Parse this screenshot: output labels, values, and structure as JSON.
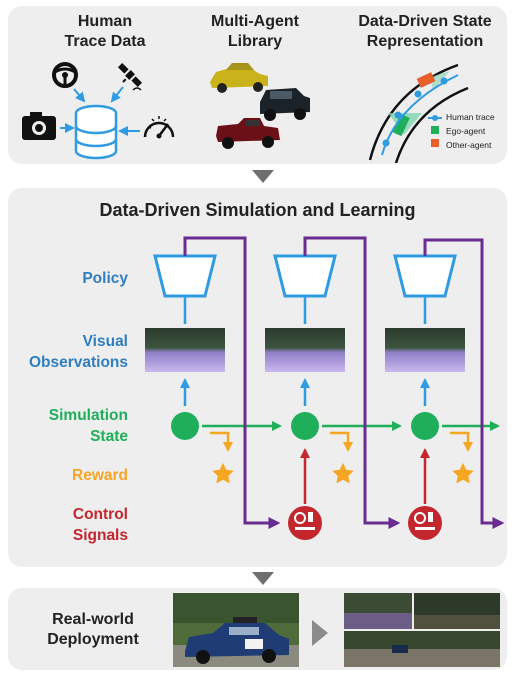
{
  "top": {
    "human_trace": {
      "line1": "Human",
      "line2": "Trace Data"
    },
    "multi_agent": {
      "line1": "Multi-Agent",
      "line2": "Library"
    },
    "state_rep": {
      "line1": "Data-Driven State",
      "line2": "Representation"
    },
    "legend": {
      "human_trace": "Human trace",
      "ego_agent": "Ego-agent",
      "other_agent": "Other-agent"
    }
  },
  "middle": {
    "title": "Data-Driven Simulation and Learning",
    "labels": {
      "policy": "Policy",
      "visual_obs_1": "Visual",
      "visual_obs_2": "Observations",
      "sim_state_1": "Simulation",
      "sim_state_2": "State",
      "reward": "Reward",
      "control_1": "Control",
      "control_2": "Signals"
    }
  },
  "bottom": {
    "deployment_1": "Real-world",
    "deployment_2": "Deployment"
  },
  "colors": {
    "panel": "#eeeeee",
    "policy_blue": "#2f9be0",
    "sim_green": "#1fae5a",
    "reward_orange": "#f5a623",
    "control_red": "#c4262e",
    "loop_purple": "#6a2c91",
    "arrow_gray": "#6f6f6f"
  },
  "icons": [
    "steering-wheel-icon",
    "satellite-icon",
    "camera-icon",
    "database-icon",
    "speedometer-icon",
    "car-icon",
    "star-icon"
  ]
}
